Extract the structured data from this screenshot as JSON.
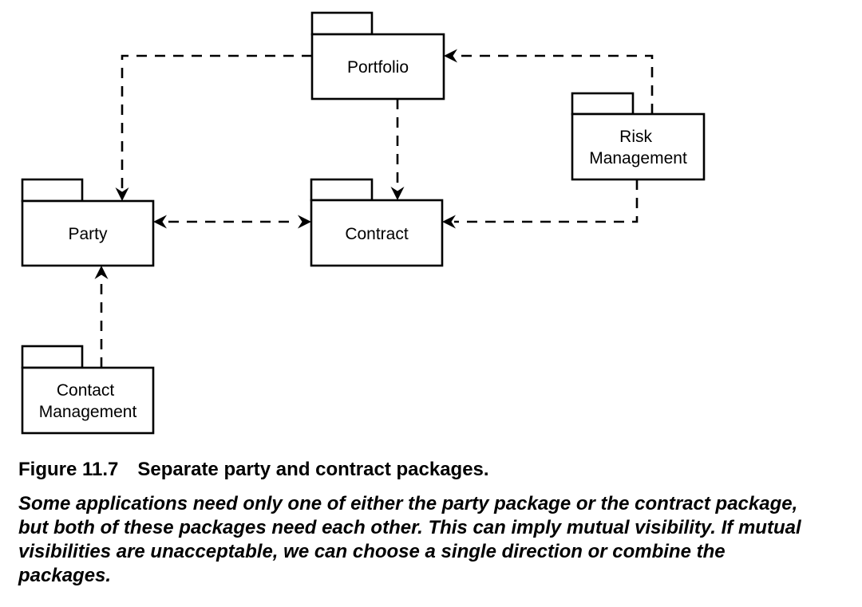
{
  "diagram": {
    "type": "uml-package-diagram",
    "background_color": "#ffffff",
    "line_color": "#000000",
    "line_style": "dashed",
    "packages": [
      {
        "id": "portfolio",
        "label": "Portfolio"
      },
      {
        "id": "risk-management",
        "label": "Risk Management",
        "label_lines": [
          "Risk",
          "Management"
        ]
      },
      {
        "id": "party",
        "label": "Party"
      },
      {
        "id": "contract",
        "label": "Contract"
      },
      {
        "id": "contact-management",
        "label": "Contact Management",
        "label_lines": [
          "Contact",
          "Management"
        ]
      }
    ],
    "dependencies": [
      {
        "from": "Risk Management",
        "to": "Portfolio"
      },
      {
        "from": "Risk Management",
        "to": "Contract"
      },
      {
        "from": "Portfolio",
        "to": "Party"
      },
      {
        "from": "Portfolio",
        "to": "Contract"
      },
      {
        "from": "Party",
        "to": "Contract"
      },
      {
        "from": "Contract",
        "to": "Party"
      },
      {
        "from": "Contact Management",
        "to": "Party"
      }
    ]
  },
  "caption": {
    "label": "Figure 11.7",
    "title": "Separate party and contract packages."
  },
  "description": {
    "lines": [
      "Some applications need only one of either the party package or the contract package,",
      "but both of these packages need each other. This can imply mutual visibility. If mutual",
      "visibilities are unacceptable, we can choose a single direction or combine the",
      "packages."
    ]
  }
}
